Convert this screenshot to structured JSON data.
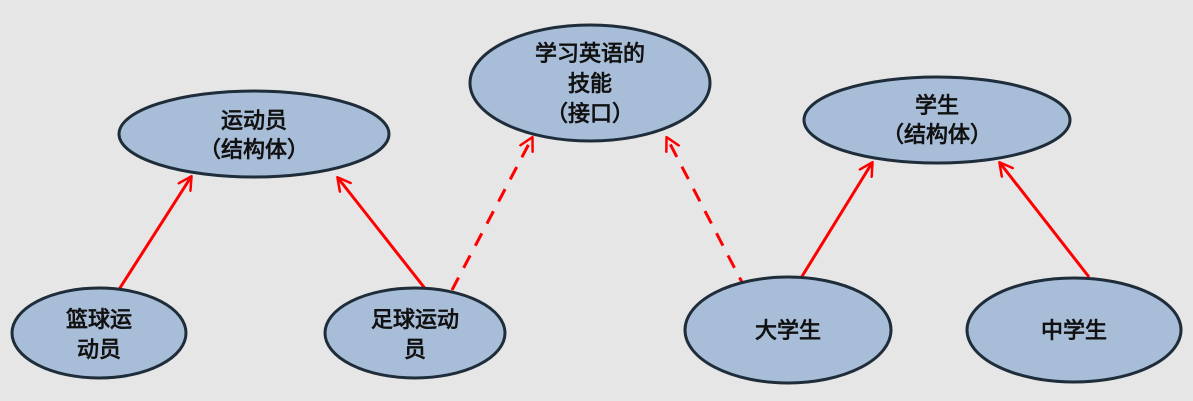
{
  "colors": {
    "node_fill": "#a8bdd8",
    "node_stroke": "#1f2d3a",
    "edge": "#ff0000",
    "background": "#e6e6e6"
  },
  "nodes": {
    "athlete_struct": {
      "line1": "运动员",
      "line2": "（结构体）"
    },
    "english_interface": {
      "line1": "学习英语的",
      "line2": "技能",
      "line3": "（接口）"
    },
    "student_struct": {
      "line1": "学生",
      "line2": "（结构体）"
    },
    "basketball": {
      "line1": "篮球运",
      "line2": "动员"
    },
    "football": {
      "line1": "足球运动",
      "line2": "员"
    },
    "college": {
      "line1": "大学生"
    },
    "middle": {
      "line1": "中学生"
    }
  }
}
